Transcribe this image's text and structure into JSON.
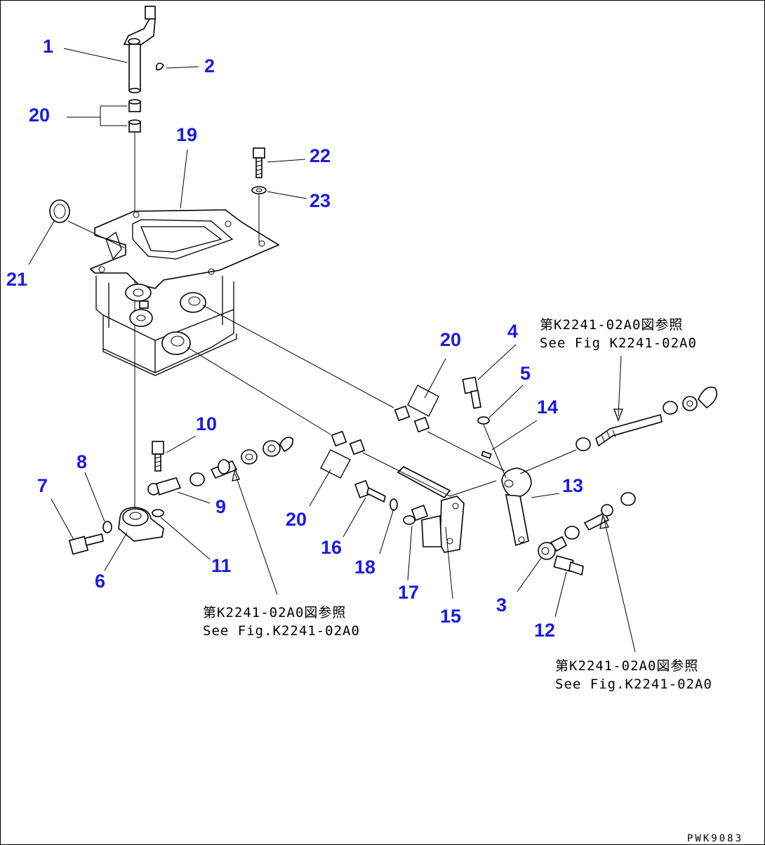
{
  "drawing_code": "PWK9083",
  "reference_notes": [
    {
      "jp": "第K2241-02A0図参照",
      "en": "See Fig K2241-02A0"
    },
    {
      "jp": "第K2241-02A0図参照",
      "en": "See Fig.K2241-02A0"
    },
    {
      "jp": "第K2241-02A0図参照",
      "en": "See Fig.K2241-02A0"
    }
  ],
  "labels": {
    "p1": "1",
    "p2": "2",
    "p3": "3",
    "p4": "4",
    "p5": "5",
    "p6": "6",
    "p7": "7",
    "p8": "8",
    "p9": "9",
    "p10": "10",
    "p11": "11",
    "p12": "12",
    "p13": "13",
    "p14": "14",
    "p15": "15",
    "p16": "16",
    "p17": "17",
    "p18": "18",
    "p19": "19",
    "p20a": "20",
    "p20b": "20",
    "p20c": "20",
    "p21": "21",
    "p22": "22",
    "p23": "23"
  },
  "colors": {
    "part_number": "#1a1ae6",
    "line": "#000000",
    "background": "#ffffff"
  }
}
